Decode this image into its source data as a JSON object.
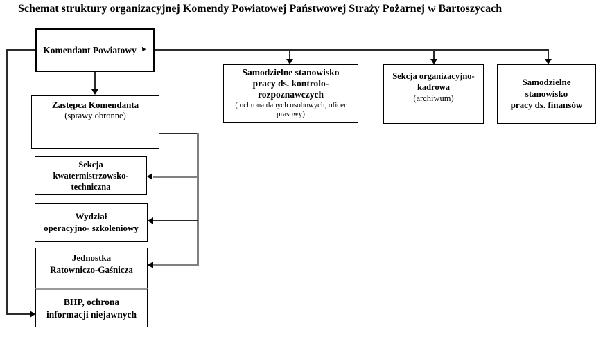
{
  "title": "Schemat struktury organizacyjnej Komendy Powiatowej Państwowej Straży Pożarnej w Bartoszycach",
  "icons": {
    "cursor": "▲"
  },
  "colors": {
    "background": "#ffffff",
    "text": "#000000",
    "box_border": "#000000",
    "connector_black": "#2b2b2b",
    "connector_gray": "#808080",
    "shared_edge_gray": "#9a9a9a"
  },
  "nodes": {
    "komendant": {
      "title": "Komendant Powiatowy"
    },
    "zastepca": {
      "title": "Zastępca Komendanta",
      "subtitle": "(sprawy obronne)"
    },
    "sekcja_kwatermistrzowska": {
      "title": "Sekcja\nkwatermistrzowsko-\ntechniczna"
    },
    "wydzial_operacyjny": {
      "title": "Wydział\noperacyjno- szkoleniowy"
    },
    "jednostka_ratowniczo_gasnicza": {
      "title": "Jednostka\nRatowniczo-Gaśnicza"
    },
    "bhp": {
      "title": "BHP, ochrona\ninformacji niejawnych"
    },
    "stanowisko_kontrolno_rozpoznawcze": {
      "title": "Samodzielne stanowisko\npracy ds. kontrolo-\nrozpoznawczych",
      "subtitle": "( ochrona danych osobowych, oficer\nprasowy)"
    },
    "sekcja_organizacyjno_kadrowa": {
      "title": "Sekcja organizacyjno-\nkadrowa",
      "subtitle": "(archiwum)"
    },
    "stanowisko_finansow": {
      "title": "Samodzielne\nstanowisko\npracy ds. finansów"
    }
  }
}
